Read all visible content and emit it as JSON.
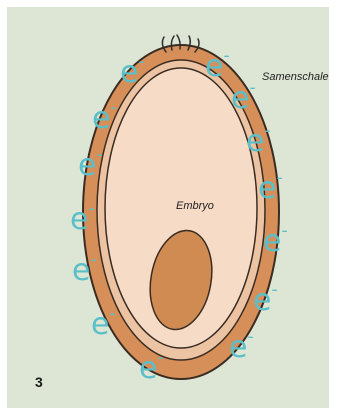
{
  "labels": {
    "seed_coat": "Samenschale",
    "embryo": "Embryo",
    "panel_number": "3"
  },
  "electron": {
    "symbol": "e",
    "charge": "-",
    "color": "#5bbfc9"
  },
  "colors": {
    "background": "#dde6d4",
    "seed_coat": "#d78f5a",
    "endosperm_ring": "#ecc4a4",
    "interior": "#f6dbc6",
    "embryo": "#d08b52",
    "outline": "#3a2c22"
  }
}
